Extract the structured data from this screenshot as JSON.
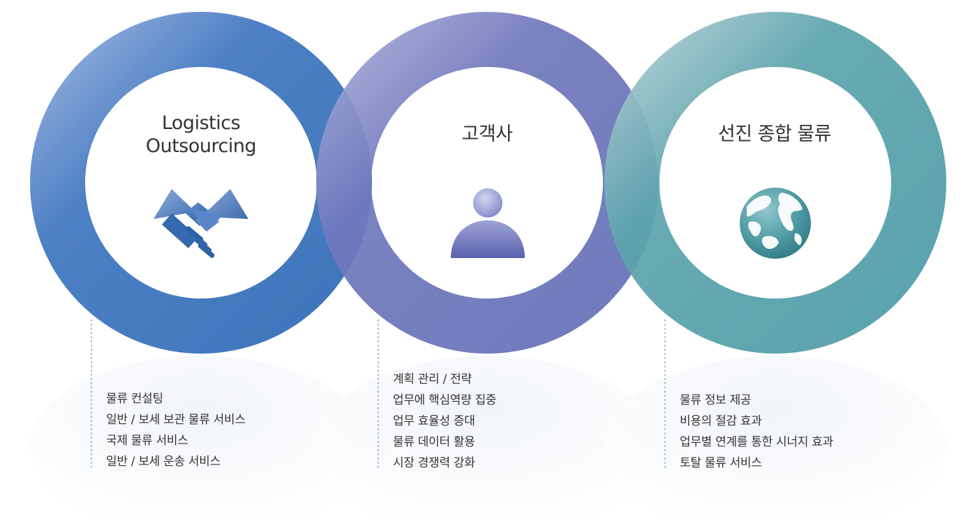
{
  "nodes": [
    {
      "id": "logistics-outsourcing",
      "title_lines": [
        "Logistics",
        "Outsourcing"
      ],
      "icon": "handshake-icon",
      "color": "#3F78BC",
      "items": [
        "물류 컨설팅",
        "일반 / 보세 보관 물류 서비스",
        "국제 물류 서비스",
        "일반 / 보세 운송 서비스"
      ]
    },
    {
      "id": "customer",
      "title_lines": [
        "고객사"
      ],
      "icon": "person-icon",
      "color": "#6873B8",
      "items": [
        "계획 관리 / 전략",
        "업무에 핵심역량 집중",
        "업무 효율성 증대",
        "물류 데이터 활용",
        "시장 경쟁력 강화"
      ]
    },
    {
      "id": "advanced-logistics",
      "title_lines": [
        "선진 종합 물류"
      ],
      "icon": "globe-icon",
      "color": "#4E9DA8",
      "items": [
        "물류 정보 제공",
        "비용의 절감 효과",
        "업무별 연계를 통한 시너지 효과",
        "토탈 물류 서비스"
      ]
    }
  ]
}
